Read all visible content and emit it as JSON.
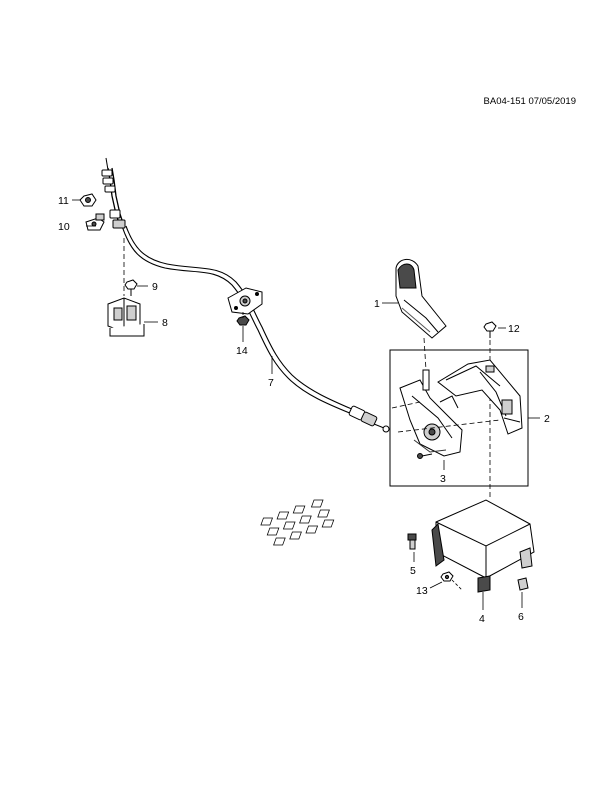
{
  "drawing_id": "BA04-151 07/05/2019",
  "callouts": [
    "1",
    "2",
    "3",
    "4",
    "5",
    "6",
    "7",
    "8",
    "9",
    "10",
    "11",
    "12",
    "13",
    "14"
  ],
  "colors": {
    "line": "#000000",
    "fill": "#ffffff",
    "shade": "#cfcfcf",
    "dark": "#4a4a4a"
  }
}
